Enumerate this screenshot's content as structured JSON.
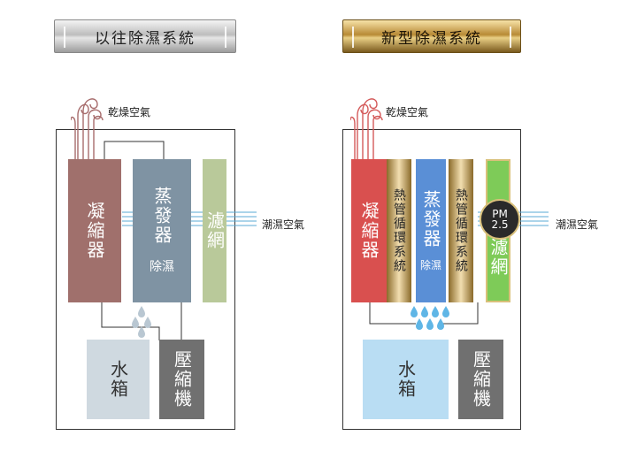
{
  "old_system": {
    "title": "以往除濕系統",
    "dry_air": "乾燥空氣",
    "humid_air": "潮濕空氣",
    "condenser": "凝縮器",
    "evaporator": "蒸發器",
    "dehumidify": "除濕",
    "filter": "濾網",
    "water_tank": "水箱",
    "compressor": "壓縮機"
  },
  "new_system": {
    "title": "新型除濕系統",
    "dry_air": "乾燥空氣",
    "humid_air": "潮濕空氣",
    "condenser": "凝縮器",
    "heat_pipe_left": "熱管循環系統",
    "evaporator": "蒸發器",
    "dehumidify": "除濕",
    "heat_pipe_right": "熱管循環系統",
    "pm_line1": "PM",
    "pm_line2": "2.5",
    "filter": "濾網",
    "water_tank": "水箱",
    "compressor": "壓縮機"
  },
  "colors": {
    "condenser_old": "#a0706c",
    "evaporator_old": "#7f93a3",
    "filter_old": "#b9c99a",
    "tank_old": "#cfd9e0",
    "compressor": "#707070",
    "condenser_new": "#d9504f",
    "evaporator_new": "#5a8fd6",
    "filter_new": "#7ecb58",
    "tank_new": "#b9ddf3",
    "heat_pipe": "#c9a25a"
  }
}
